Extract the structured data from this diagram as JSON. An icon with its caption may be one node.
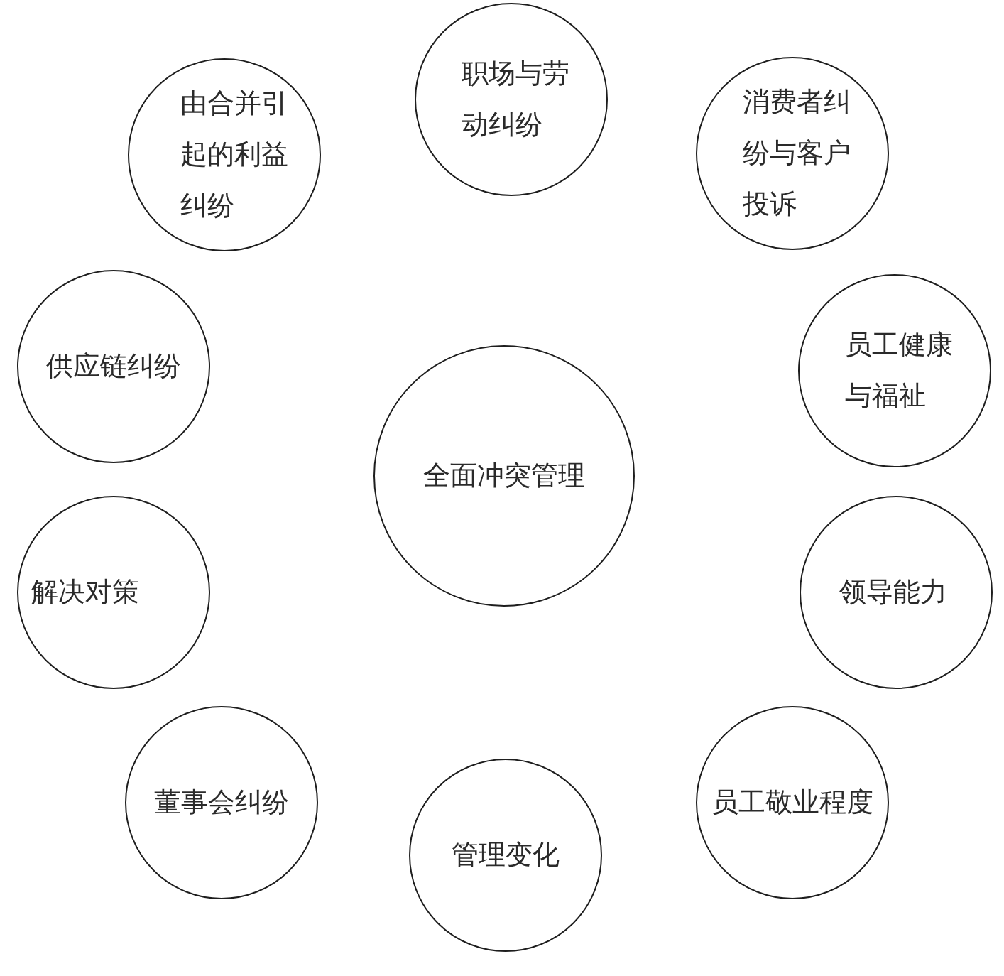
{
  "diagram": {
    "nodes": [
      {
        "text": [
          "职场与劳动纠纷"
        ]
      },
      {
        "text": [
          "由合并引起的利益纠纷"
        ]
      },
      {
        "text": [
          "消费者纠纷与客户投诉"
        ]
      },
      {
        "text": [
          "供应链纠纷"
        ]
      },
      {
        "text": [
          "员工健康与福祉"
        ]
      },
      {
        "text": [
          "全面冲突管理"
        ]
      },
      {
        "text": [
          "解决对策"
        ]
      },
      {
        "text": [
          "领导能力"
        ]
      },
      {
        "text": [
          "董事会纠纷"
        ]
      },
      {
        "text": [
          "员工敬业程度"
        ]
      },
      {
        "text": [
          "管理变化"
        ]
      }
    ]
  }
}
